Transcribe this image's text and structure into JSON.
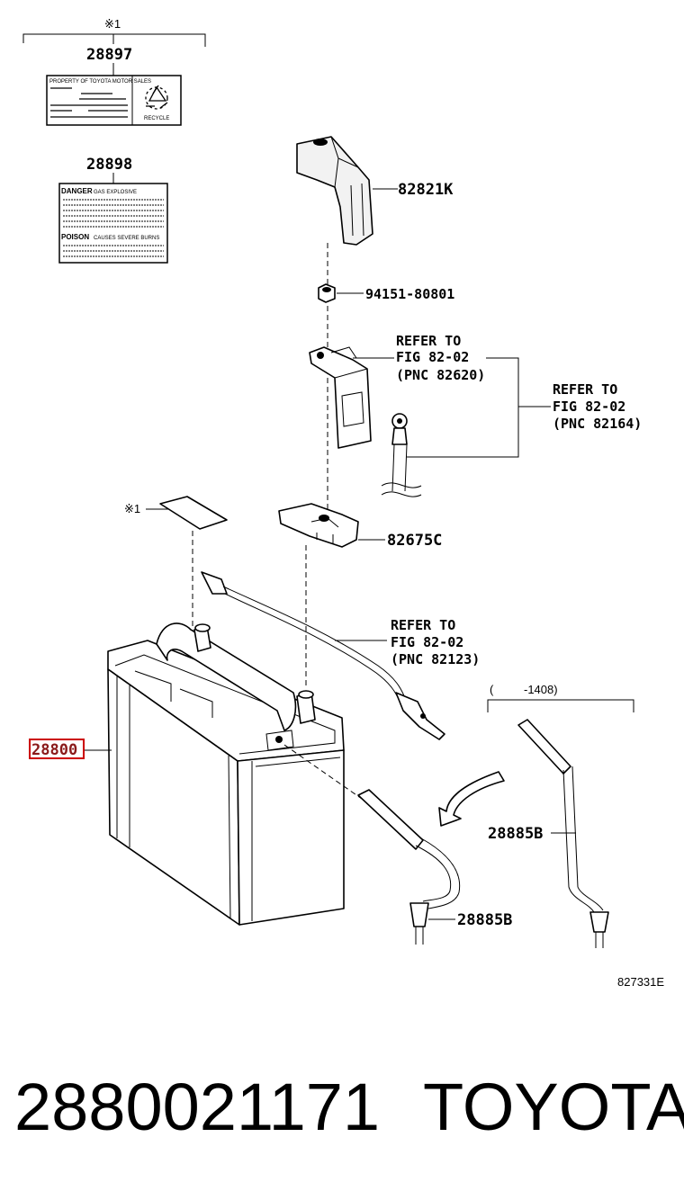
{
  "labels": {
    "group_note": "※1",
    "label_28897": "28897",
    "label_28898": "28898",
    "cap_82821K": "82821K",
    "nut_94151": "94151-80801",
    "clamp_82675C": "82675C",
    "battery_28800": "28800",
    "vent_28885B_a": "28885B",
    "vent_28885B_b": "28885B",
    "sticker_note": "※1",
    "range_note_open": "(",
    "range_note_value": "-1408)",
    "figure_code": "827331E"
  },
  "refs": {
    "ref_82620": [
      "REFER TO",
      "FIG 82-02",
      "(PNC 82620)"
    ],
    "ref_82164": [
      "REFER TO",
      "FIG 82-02",
      "(PNC 82164)"
    ],
    "ref_82123": [
      "REFER TO",
      "FIG 82-02",
      "(PNC 82123)"
    ]
  },
  "decal_text": {
    "recycle_header": "PROPERTY OF TOYOTA MOTOR SALES",
    "danger_word": "DANGER",
    "danger_sub": "GAS EXPLOSIVE",
    "poison_word": "POISON",
    "poison_sub": "CAUSES SEVERE BURNS"
  },
  "footer": {
    "part_number": "2880021171",
    "brand": "TOYOTA"
  },
  "colors": {
    "highlight": "#cc0000",
    "highlight_text": "#8a1a1a",
    "ink": "#000000"
  }
}
